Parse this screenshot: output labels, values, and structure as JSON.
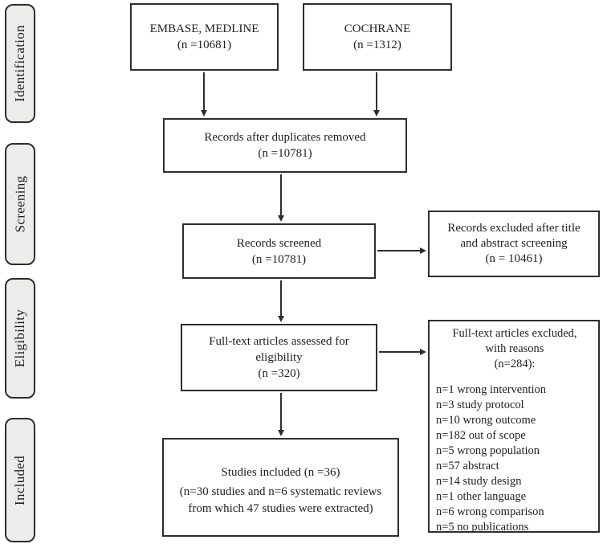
{
  "diagram_title": "PRISMA study selection flow diagram",
  "colors": {
    "background": "#ffffff",
    "box_border": "#2e2e2e",
    "stage_fill": "#ececeb",
    "text": "#1f1f1f"
  },
  "sidebar": {
    "items": [
      {
        "label": "Identification"
      },
      {
        "label": "Screening"
      },
      {
        "label": "Eligibility"
      },
      {
        "label": "Included"
      }
    ]
  },
  "boxes": {
    "embase": {
      "line1": "EMBASE, MEDLINE",
      "line2": "(n =10681)"
    },
    "cochrane": {
      "line1": "COCHRANE",
      "line2": "(n =1312)"
    },
    "duplicates": {
      "line1": "Records after duplicates removed",
      "line2": "(n =10781)"
    },
    "screened": {
      "line1": "Records screened",
      "line2": "(n =10781)"
    },
    "title_excluded": {
      "line1": "Records excluded after title",
      "line2": "and abstract screening",
      "line3": "(n = 10461)"
    },
    "fulltext": {
      "line1": "Full-text articles assessed for",
      "line2": "eligibility",
      "line3": "(n =320)"
    },
    "ft_excluded": {
      "header1": "Full-text articles excluded,",
      "header2": "with reasons",
      "header3": "(n=284):",
      "reasons": [
        "n=1 wrong intervention",
        "n=3 study protocol",
        "n=10 wrong outcome",
        "n=182 out of scope",
        "n=5 wrong population",
        "n=57 abstract",
        "n=14 study design",
        "n=1 other language",
        "n=6 wrong comparison",
        "n=5 no publications"
      ]
    },
    "included": {
      "line1": "Studies included (n =36)",
      "line2": "(n=30 studies and n=6 systematic reviews",
      "line3": "from which 47 studies were extracted)"
    }
  }
}
